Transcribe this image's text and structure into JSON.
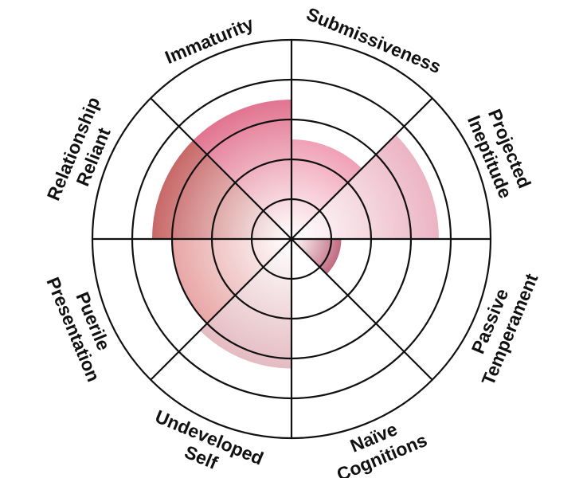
{
  "chart_data": {
    "type": "polar-area",
    "title": "",
    "scale": {
      "min": 0,
      "max": 5,
      "rings": [
        1,
        2,
        3,
        4,
        5
      ]
    },
    "grid": true,
    "categories": [
      {
        "label": [
          "Submissiveness"
        ],
        "value": 2.5,
        "color": "#f0a0b6"
      },
      {
        "label": [
          "Projected",
          "Ineptitude"
        ],
        "value": 3.7,
        "color": "#ecb4c4"
      },
      {
        "label": [
          "Passive",
          "Temperament"
        ],
        "value": 1.25,
        "color": "#c06a80"
      },
      {
        "label": [
          "Naïve",
          "Cognitions"
        ],
        "value": 0,
        "color": "#e0a0b0"
      },
      {
        "label": [
          "Undeveloped",
          "Self"
        ],
        "value": 3.25,
        "color": "#e4bcc2"
      },
      {
        "label": [
          "Puerile",
          "Presentation"
        ],
        "value": 3.0,
        "color": "#e8a6a6"
      },
      {
        "label": [
          "Relationship",
          "Reliant"
        ],
        "value": 3.5,
        "color": "#c86868"
      },
      {
        "label": [
          "Immaturity"
        ],
        "value": 3.5,
        "color": "#e27490"
      }
    ]
  }
}
